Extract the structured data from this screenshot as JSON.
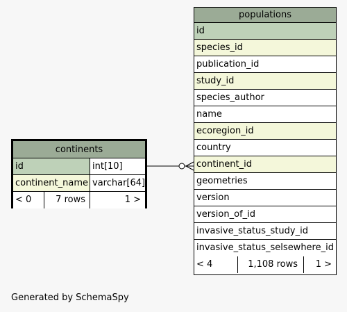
{
  "continents": {
    "title": "continents",
    "columns": [
      {
        "name": "id",
        "type": "int[10]"
      },
      {
        "name": "continent_name",
        "type": "varchar[64]"
      }
    ],
    "footer": {
      "parents": "< 0",
      "rows": "7 rows",
      "children": "1 >"
    }
  },
  "populations": {
    "title": "populations",
    "columns": [
      "id",
      "species_id",
      "publication_id",
      "study_id",
      "species_author",
      "name",
      "ecoregion_id",
      "country",
      "continent_id",
      "geometries",
      "version",
      "version_of_id",
      "invasive_status_study_id",
      "invasive_status_selsewhere_id"
    ],
    "footer": {
      "parents": "< 4",
      "rows": "1,108 rows",
      "children": "1 >"
    }
  },
  "colors": {
    "header": "#9bab96",
    "primary_key": "#bed1b8",
    "foreign_key": "#f4f7da"
  },
  "generated_by": "Generated by SchemaSpy"
}
